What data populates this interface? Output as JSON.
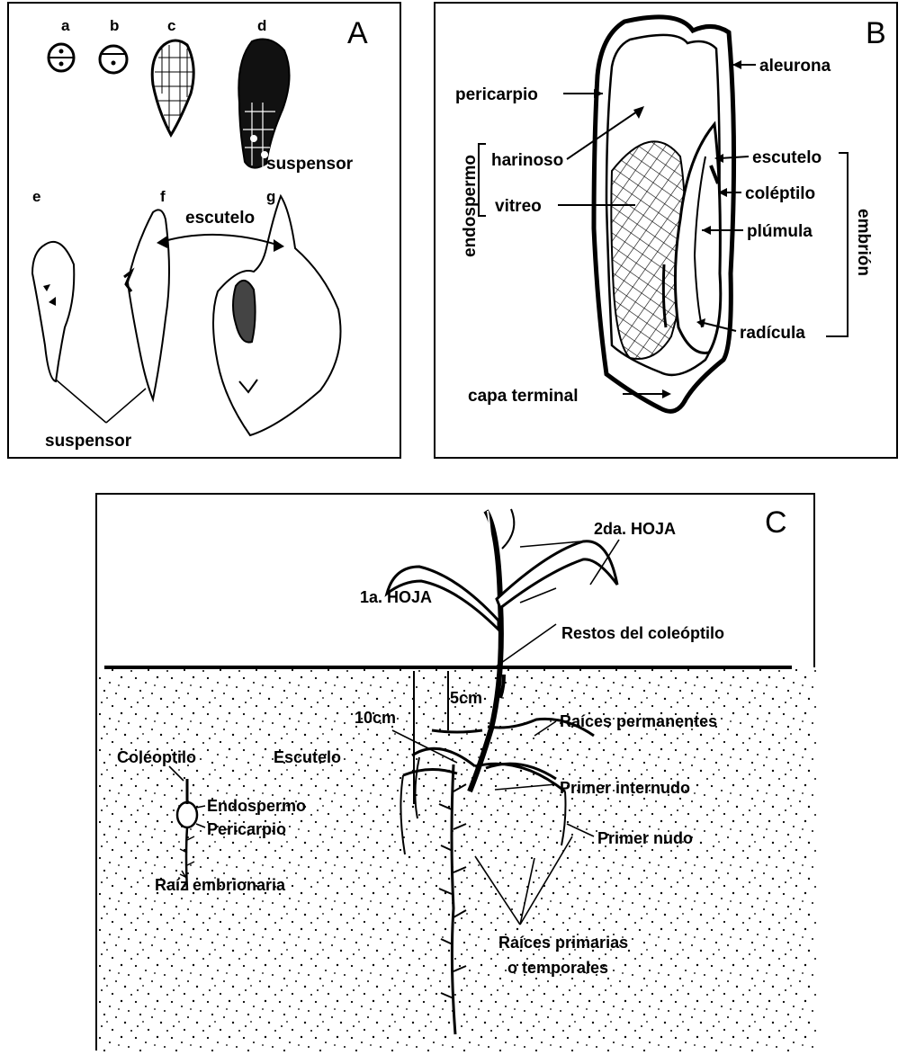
{
  "panel_a": {
    "letter": "A",
    "stages": [
      "a",
      "b",
      "c",
      "d",
      "e",
      "f",
      "g"
    ],
    "labels": {
      "suspensor_top": "suspensor",
      "escutelo": "escutelo",
      "suspensor_bottom": "suspensor"
    }
  },
  "panel_b": {
    "letter": "B",
    "labels": {
      "aleurona": "aleurona",
      "pericarpio": "pericarpio",
      "endospermo": "endospermo",
      "harinoso": "harinoso",
      "vitreo": "vitreo",
      "escutelo": "escutelo",
      "coleoptilo": "coléptilo",
      "plumula": "plúmula",
      "embrion": "embrión",
      "radicula": "radícula",
      "capa_terminal": "capa terminal"
    }
  },
  "panel_c": {
    "letter": "C",
    "labels": {
      "hoja2": "2da. HOJA",
      "hoja1": "1a. HOJA",
      "restos": "Restos del coleóptilo",
      "d5": "5cm",
      "d10": "10cm",
      "raices_perm": "Raíces permanentes",
      "coleoptilo": "Coléoptilo",
      "escutelo": "Escutelo",
      "endospermo": "Endospermo",
      "primer_internudo": "Primer internudo",
      "pericarpio": "Pericarpio",
      "primer_nudo": "Primer nudo",
      "raiz_embrionaria": "Raíz embrionaria",
      "raices_prim_1": "Raíces primarias",
      "raices_prim_2": "o temporales"
    }
  }
}
